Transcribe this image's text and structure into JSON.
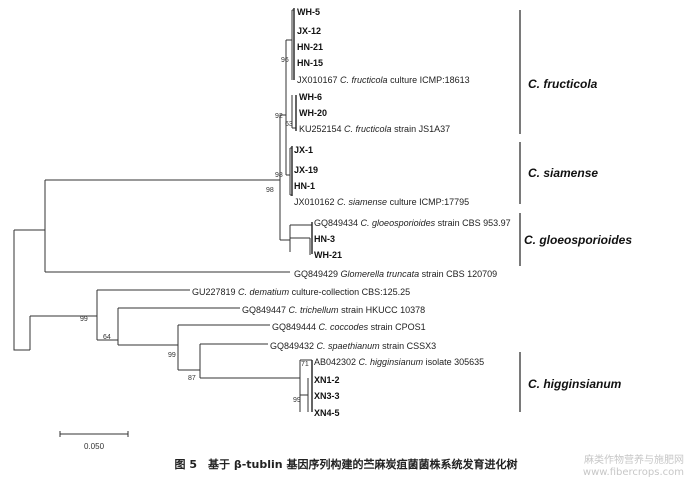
{
  "tree": {
    "leaves": [
      {
        "id": "wh5",
        "parts": [
          {
            "t": "WH-5",
            "b": true
          }
        ]
      },
      {
        "id": "jx12",
        "parts": [
          {
            "t": "JX-12",
            "b": true
          }
        ]
      },
      {
        "id": "hn21",
        "parts": [
          {
            "t": "HN-21",
            "b": true
          }
        ]
      },
      {
        "id": "hn15",
        "parts": [
          {
            "t": "HN-15",
            "b": true
          }
        ]
      },
      {
        "id": "jx010167",
        "parts": [
          {
            "t": "JX010167 "
          },
          {
            "t": "C. fructicola",
            "i": true
          },
          {
            "t": " culture ICMP:18613"
          }
        ]
      },
      {
        "id": "wh6",
        "parts": [
          {
            "t": "WH-6",
            "b": true
          }
        ]
      },
      {
        "id": "wh20",
        "parts": [
          {
            "t": "WH-20",
            "b": true
          }
        ]
      },
      {
        "id": "ku252154",
        "parts": [
          {
            "t": "KU252154 "
          },
          {
            "t": "C. fructicola",
            "i": true
          },
          {
            "t": " strain JS1A37"
          }
        ]
      },
      {
        "id": "jx1",
        "parts": [
          {
            "t": "JX-1",
            "b": true
          }
        ]
      },
      {
        "id": "jx19",
        "parts": [
          {
            "t": "JX-19",
            "b": true
          }
        ]
      },
      {
        "id": "hn1",
        "parts": [
          {
            "t": "HN-1",
            "b": true
          }
        ]
      },
      {
        "id": "jx010162",
        "parts": [
          {
            "t": "JX010162 "
          },
          {
            "t": "C. siamense",
            "i": true
          },
          {
            "t": " culture ICMP:17795"
          }
        ]
      },
      {
        "id": "gq849434",
        "parts": [
          {
            "t": "GQ849434 "
          },
          {
            "t": "C. gloeosporioides",
            "i": true
          },
          {
            "t": " strain CBS 953.97"
          }
        ]
      },
      {
        "id": "hn3",
        "parts": [
          {
            "t": "HN-3",
            "b": true
          }
        ]
      },
      {
        "id": "wh21",
        "parts": [
          {
            "t": "WH-21",
            "b": true
          }
        ]
      },
      {
        "id": "gq849429",
        "parts": [
          {
            "t": "GQ849429 "
          },
          {
            "t": "Glomerella truncata",
            "i": true
          },
          {
            "t": " strain CBS 120709"
          }
        ]
      },
      {
        "id": "gu227819",
        "parts": [
          {
            "t": "GU227819 "
          },
          {
            "t": "C. dematium",
            "i": true
          },
          {
            "t": " culture-collection CBS:125.25"
          }
        ]
      },
      {
        "id": "gq849447",
        "parts": [
          {
            "t": "GQ849447 "
          },
          {
            "t": "C. trichellum",
            "i": true
          },
          {
            "t": " strain HKUCC 10378"
          }
        ]
      },
      {
        "id": "gq849444",
        "parts": [
          {
            "t": "GQ849444 "
          },
          {
            "t": "C. coccodes",
            "i": true
          },
          {
            "t": " strain CPOS1"
          }
        ]
      },
      {
        "id": "gq849432",
        "parts": [
          {
            "t": "GQ849432 "
          },
          {
            "t": "C. spaethianum",
            "i": true
          },
          {
            "t": " strain CSSX3"
          }
        ]
      },
      {
        "id": "ab042302",
        "parts": [
          {
            "t": "AB042302 "
          },
          {
            "t": "C. higginsianum",
            "i": true
          },
          {
            "t": " isolate 305635"
          }
        ]
      },
      {
        "id": "xn12",
        "parts": [
          {
            "t": "XN1-2",
            "b": true
          }
        ]
      },
      {
        "id": "xn33",
        "parts": [
          {
            "t": "XN3-3",
            "b": true
          }
        ]
      },
      {
        "id": "xn45",
        "parts": [
          {
            "t": "XN4-5",
            "b": true
          }
        ]
      }
    ],
    "bootstrap": [
      "96",
      "92",
      "63",
      "98",
      "98",
      "99",
      "64",
      "99",
      "87",
      "71",
      "99"
    ],
    "clades": [
      "C. fructicola",
      "C. siamense",
      "C. gloeosporioides",
      "C. higginsianum"
    ],
    "scale_label": "0.050"
  },
  "caption": "图 5　基于 β-tublin 基因序列构建的苎麻炭疽菌菌株系统发育进化树",
  "watermark": [
    "麻类作物营养与施肥网",
    "www.fibercrops.com"
  ]
}
